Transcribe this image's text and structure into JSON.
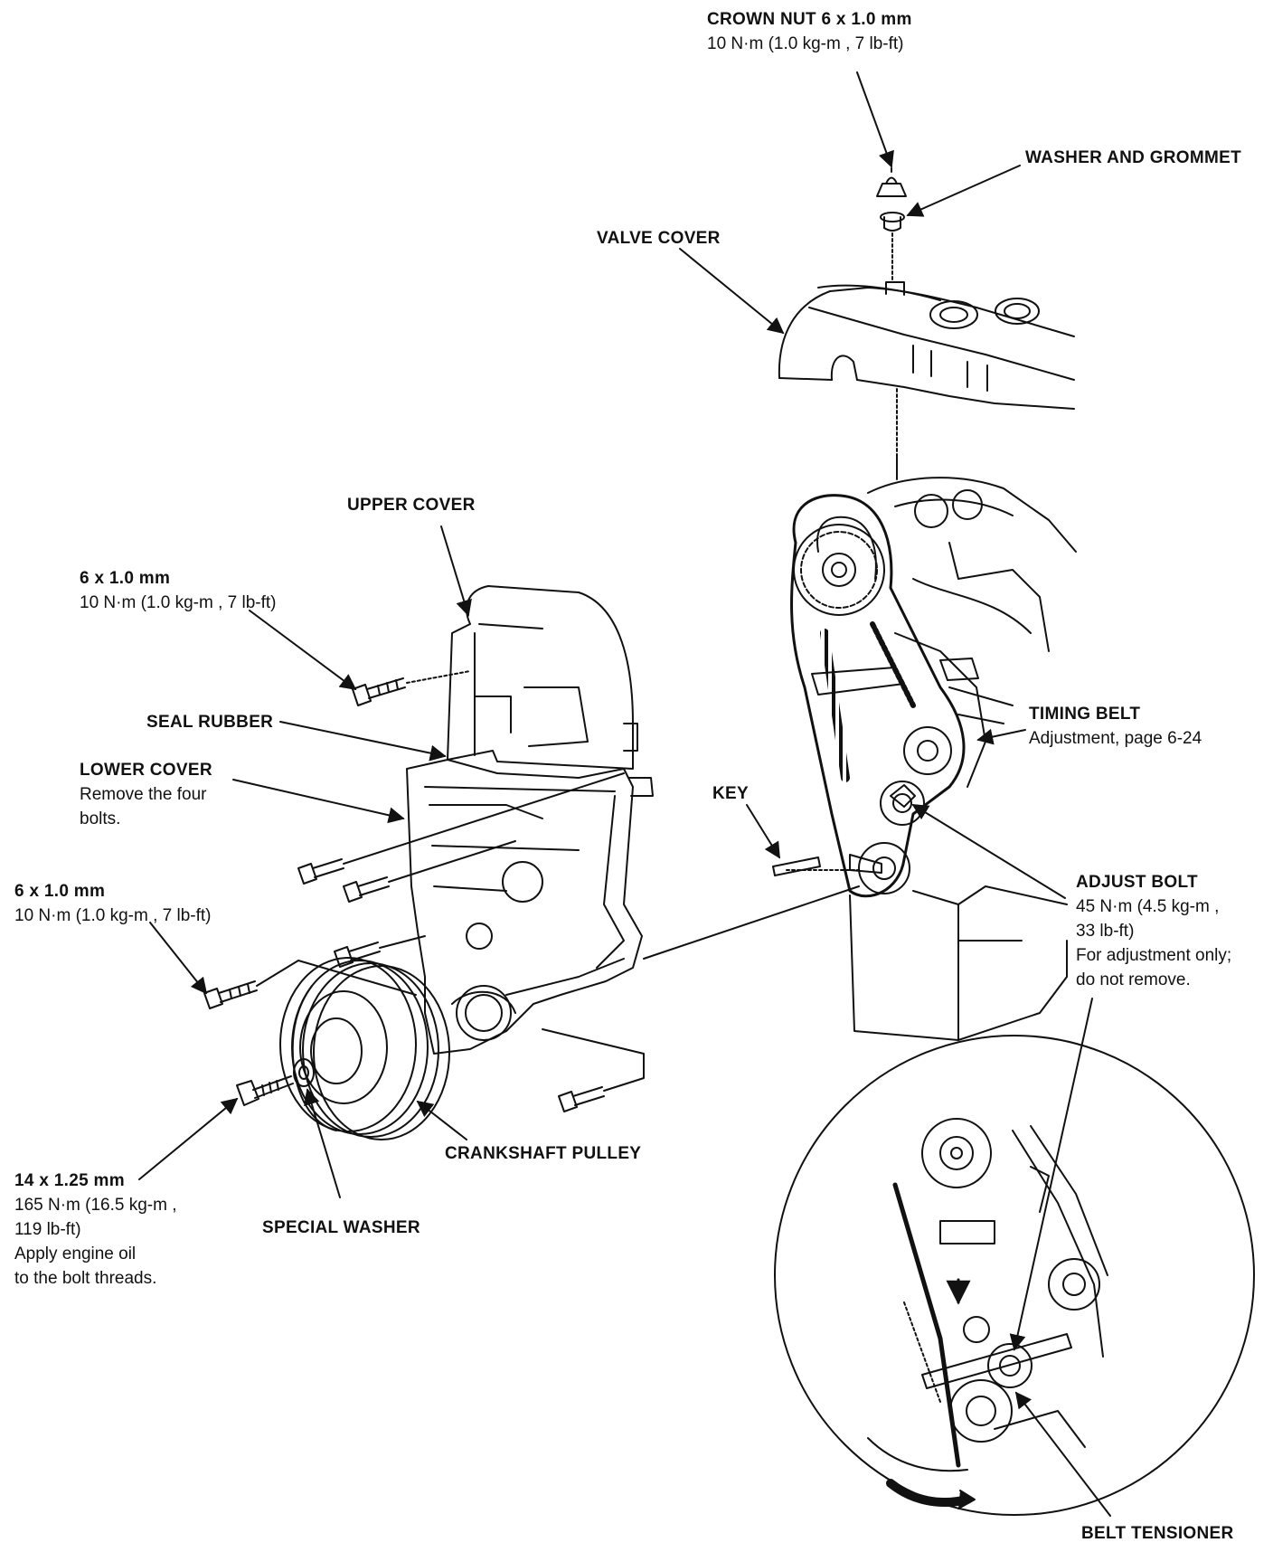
{
  "labels": {
    "crown_nut": {
      "title": "CROWN NUT 6 x 1.0 mm",
      "lines": [
        "10 N·m (1.0 kg-m , 7 lb-ft)"
      ]
    },
    "washer_grommet": {
      "title": "WASHER AND GROMMET"
    },
    "valve_cover": {
      "title": "VALVE COVER"
    },
    "upper_cover": {
      "title": "UPPER COVER"
    },
    "bolt_upper": {
      "title": "6 x 1.0 mm",
      "lines": [
        "10 N·m (1.0 kg-m , 7 lb-ft)"
      ]
    },
    "seal_rubber": {
      "title": "SEAL RUBBER"
    },
    "lower_cover": {
      "title": "LOWER COVER",
      "lines": [
        "Remove the four",
        "bolts."
      ]
    },
    "key": {
      "title": "KEY"
    },
    "timing_belt": {
      "title": "TIMING BELT",
      "lines": [
        "Adjustment, page 6-24"
      ]
    },
    "adjust_bolt": {
      "title": "ADJUST BOLT",
      "lines": [
        "45 N·m (4.5 kg-m ,",
        "33 lb-ft)",
        "For adjustment only;",
        "do not remove."
      ]
    },
    "bolt_lower": {
      "title": "6 x 1.0 mm",
      "lines": [
        "10 N·m (1.0 kg-m , 7 lb-ft)"
      ]
    },
    "crankshaft_pulley": {
      "title": "CRANKSHAFT PULLEY"
    },
    "crank_bolt": {
      "title": "14 x 1.25 mm",
      "lines": [
        "165 N·m (16.5 kg-m ,",
        "119 lb-ft)",
        "Apply engine oil",
        "to the bolt threads."
      ]
    },
    "special_washer": {
      "title": "SPECIAL WASHER"
    },
    "belt_tensioner": {
      "title": "BELT TENSIONER"
    }
  }
}
